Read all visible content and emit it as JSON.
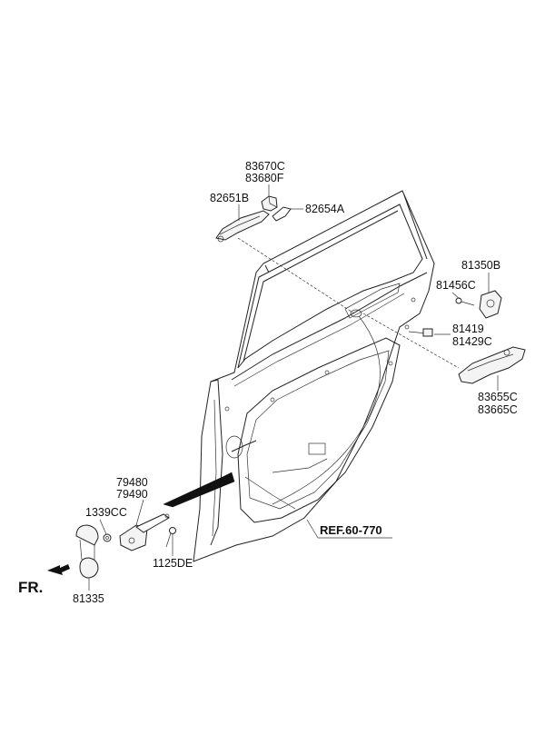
{
  "labels": {
    "p83670C": "83670C",
    "p83680F": "83680F",
    "p82651B": "82651B",
    "p82654A": "82654A",
    "p81350B": "81350B",
    "p81456C": "81456C",
    "p81419": "81419",
    "p81429C": "81429C",
    "p83655C": "83655C",
    "p83665C": "83665C",
    "p79480": "79480",
    "p79490": "79490",
    "p1339CC": "1339CC",
    "p1125DE": "1125DE",
    "p81335": "81335",
    "ref": "REF.60-770",
    "fr": "FR."
  },
  "colors": {
    "line": "#222222",
    "background": "#ffffff"
  }
}
